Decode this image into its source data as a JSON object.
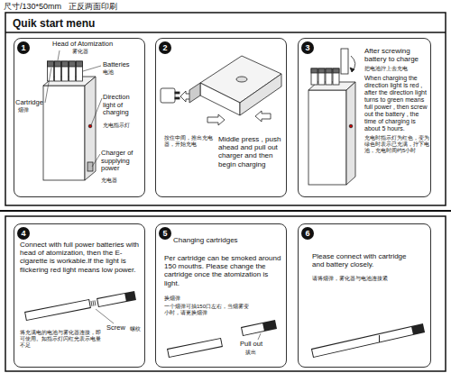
{
  "diagram": {
    "title": "Quik start menu",
    "nodes": [
      {
        "text": [
          "Head of Atomization",
          "雾化器",
          "Batteries",
          "电池",
          "Cartridge",
          "烟弹",
          "Direction light of charging",
          "充电指示灯",
          "Charger of supplying power",
          "充电器"
        ]
      },
      {
        "text": [
          "1"
        ],
        "in": 0
      },
      {
        "text": [
          "按住中间，推出充电器，开始充电",
          "Middle press , push ahead and pull out charger and then begin charging"
        ]
      },
      {
        "text": [
          "2"
        ],
        "in": 2
      },
      {
        "text": [
          "After screwing battery to charge",
          "把电池拧上去充电",
          "When charging the direction light is red , after the direction light turns to green means full power , then screw out the battery , the time of charging is about 5 hours.",
          "充电时指示灯为红色，变为绿色时表示已充满，拧下电池，充电时间约5小时"
        ]
      },
      {
        "text": [
          "3"
        ],
        "in": 4
      },
      {
        "text": [
          "Connect with full power batteries with head of atomization, then the E-cigarette is workable.If the light is flickering red light means low power.",
          "Screw",
          "螺纹",
          "将充满电的电池与雾化器连接，即可使用。如指示灯闪红光表示电量不足"
        ]
      },
      {
        "text": [
          "4"
        ],
        "in": 6
      },
      {
        "text": [
          "Changing cartridges",
          "Per cartridge can be smoked around 150 mouths. Please change the cartridge once the atomization is light.",
          "换烟弹",
          "一个烟弹可抽150口左右，当烟雾变小时，请更换烟弹",
          "Pull out",
          "拔出"
        ]
      },
      {
        "text": [
          "5"
        ],
        "in": 8
      },
      {
        "text": [
          "Please connect with cartridge and battery closely.",
          "请将烟弹，雾化器与电池连接紧"
        ]
      },
      {
        "text": [
          "6"
        ],
        "in": 10
      }
    ],
    "labels": [
      "尺寸/130*50mm   正反两面印刷"
    ]
  }
}
